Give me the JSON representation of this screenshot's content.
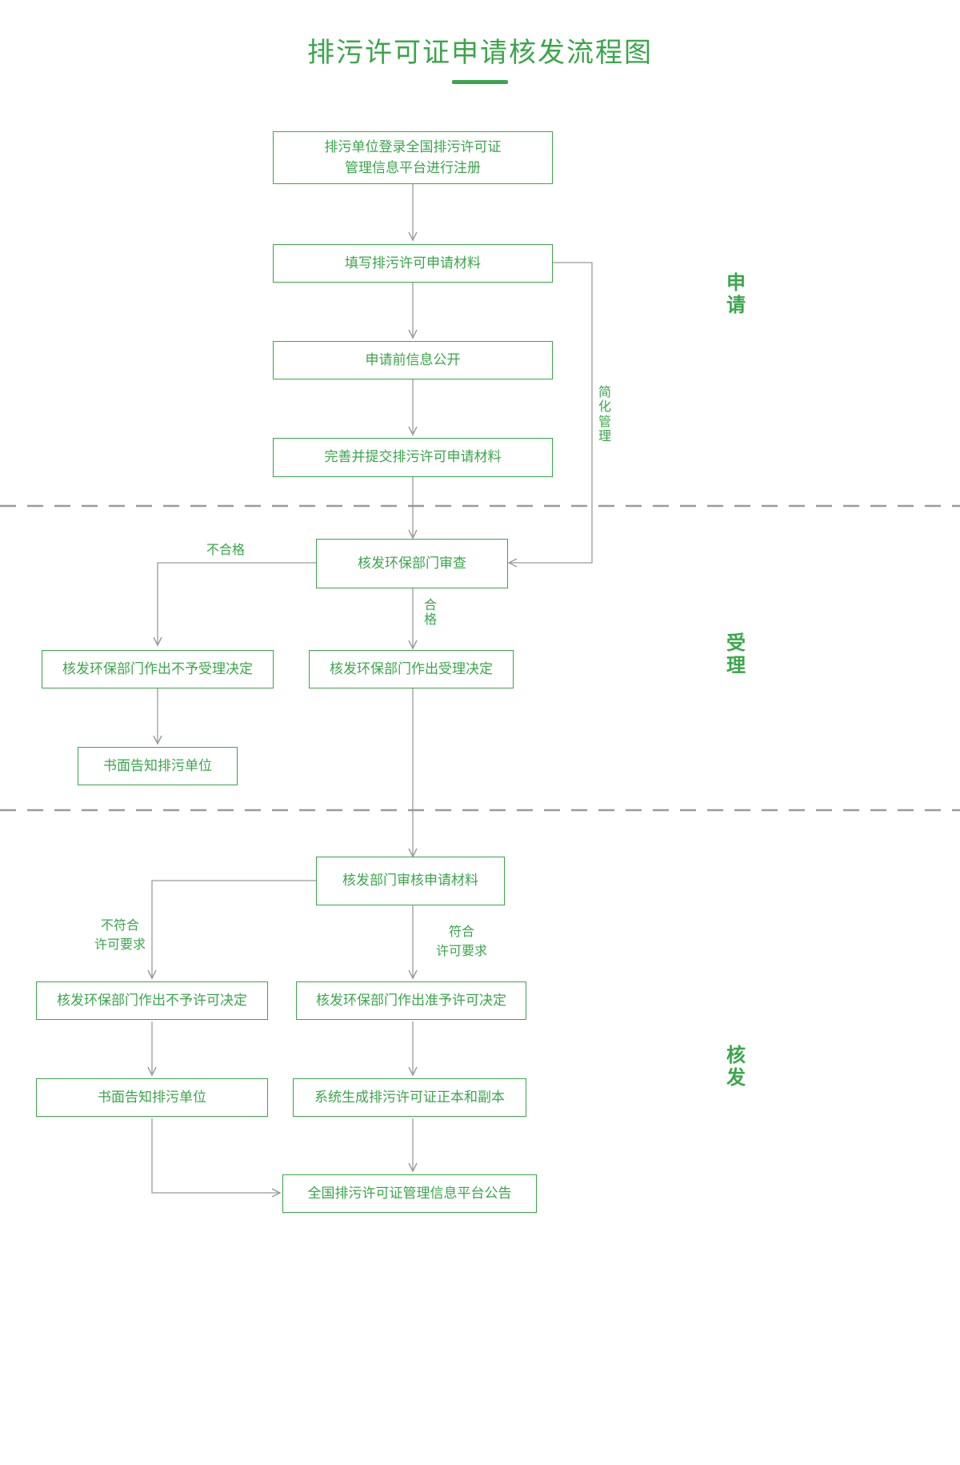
{
  "header": {
    "title": "排污许可证申请核发流程图",
    "accent_color": "#3aa64a",
    "line_color": "#999999"
  },
  "nodes": {
    "n1": "排污单位登录全国排污许可证\n管理信息平台进行注册",
    "n1_line1": "排污单位登录全国排污许可证",
    "n1_line2": "管理信息平台进行注册",
    "n2": "填写排污许可申请材料",
    "n3": "申请前信息公开",
    "n4": "完善并提交排污许可申请材料",
    "n5": "核发环保部门审查",
    "n6": "核发环保部门作出不予受理决定",
    "n7": "核发环保部门作出受理决定",
    "n8": "书面告知排污单位",
    "n9": "核发部门审核申请材料",
    "n10": "核发环保部门作出不予许可决定",
    "n11": "核发环保部门作出准予许可决定",
    "n12": "书面告知排污单位",
    "n13": "系统生成排污许可证正本和副本",
    "n14": "全国排污许可证管理信息平台公告"
  },
  "edge_labels": {
    "simplified": "简化管理",
    "unqualified": "不合格",
    "qualified": "合格",
    "not_meet_1": "不符合",
    "not_meet_2": "许可要求",
    "meet_1": "符合",
    "meet_2": "许可要求"
  },
  "stages": [
    {
      "key": "apply",
      "label": "申请"
    },
    {
      "key": "accept",
      "label": "受理"
    },
    {
      "key": "issue",
      "label": "核发"
    }
  ]
}
